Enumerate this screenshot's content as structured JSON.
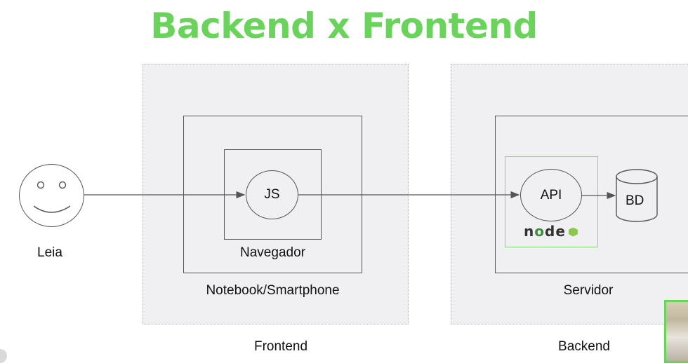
{
  "title": "Backend x Frontend",
  "accent_color": "#6ad35b",
  "user": {
    "label": "Leia",
    "icon": "smiley-face-icon"
  },
  "frontend": {
    "zone_label": "Frontend",
    "device_label": "Notebook/Smartphone",
    "browser_label": "Navegador",
    "script_label": "JS"
  },
  "backend": {
    "zone_label": "Backend",
    "server_label": "Servidor",
    "api_label": "API",
    "db_label": "BD",
    "runtime_logo": {
      "icon": "nodejs-logo-icon",
      "text": "node"
    }
  },
  "webcam": {
    "icon": "webcam-overlay-thumbnail"
  }
}
